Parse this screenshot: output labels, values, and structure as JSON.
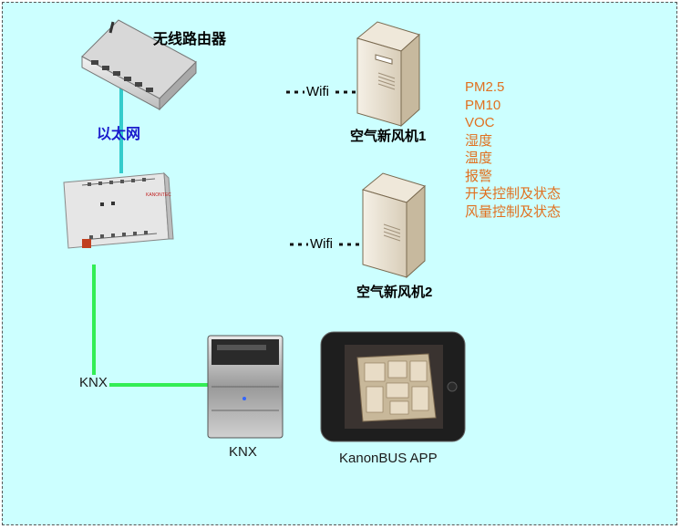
{
  "router": {
    "label": "无线路由器",
    "icon": "wireless-router-icon"
  },
  "ethernet": {
    "label": "以太网",
    "color": "#1a1acc",
    "line_color": "#33cccc"
  },
  "fresh_air_units": [
    {
      "label": "空气新风机1",
      "link_label": "Wifi",
      "icon": "server-tower-icon"
    },
    {
      "label": "空气新风机2",
      "link_label": "Wifi",
      "icon": "server-tower-icon"
    }
  ],
  "parameters": {
    "color": "#e07020",
    "items": [
      "PM2.5",
      "PM10",
      "VOC",
      "湿度",
      "温度",
      "报警",
      "开关控制及状态",
      "风量控制及状态"
    ]
  },
  "gateway": {
    "brand": "KANONTEC",
    "icon": "din-rail-gateway-icon"
  },
  "knx_bus": {
    "label": "KNX",
    "line_color": "#33ee55"
  },
  "knx_panel": {
    "label": "KNX",
    "icon": "knx-switch-panel-icon"
  },
  "tablet": {
    "label": "KanonBUS APP",
    "icon": "tablet-floorplan-icon"
  }
}
